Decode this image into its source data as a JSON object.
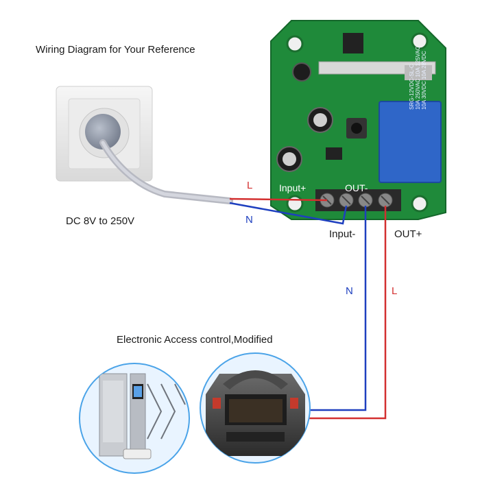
{
  "title": "Wiring Diagram for Your Reference",
  "supply_label": "DC 8V to 250V",
  "load_caption": "Electronic Access control,Modified",
  "terminals": {
    "input_plus": "Input+",
    "out_minus": "OUT-",
    "input_minus": "Input-",
    "out_plus": "OUT+"
  },
  "wires": {
    "live_top": "L",
    "neutral_top": "N",
    "neutral_down": "N",
    "live_down": "L"
  },
  "board": {
    "relay_text": [
      "SRG-12VDC-SL-C",
      "10A 250VAC 10A 125VAC",
      "10A 30VDC 10A 28VDC"
    ]
  },
  "colors": {
    "live": "#d32f2f",
    "neutral": "#1e3fbf",
    "pcb": "#1f8a3a",
    "relay": "#2f66c8",
    "circle_bg": "#e9f4ff",
    "circle_border": "#4aa3e8"
  },
  "icons": [
    "wall-socket-icon",
    "relay-module-icon",
    "gate-icon",
    "car-trunk-icon"
  ]
}
